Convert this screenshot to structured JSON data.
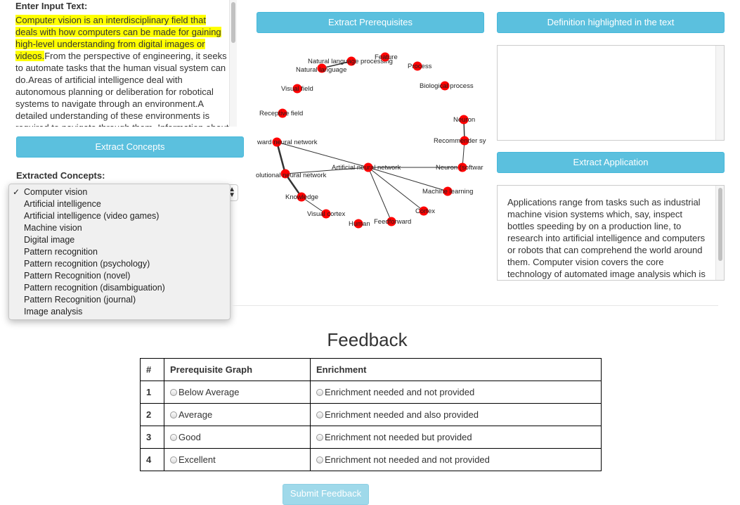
{
  "input": {
    "label": "Enter Input Text:",
    "highlighted_text": "Computer vision is an interdisciplinary field that deals with how computers can be made for gaining high-level understanding from digital images or videos.",
    "rest_text": "From the perspective of engineering, it seeks to automate tasks that the human visual system can do.Areas of artificial intelligence deal with autonomous planning or deliberation for robotical systems to navigate through an environment.A detailed understanding of these environments is required to navigate through them. Information about"
  },
  "buttons": {
    "extract_concepts": "Extract Concepts",
    "extract_prerequisites": "Extract Prerequisites",
    "definition": "Definition highlighted in the text",
    "extract_application": "Extract Application",
    "submit_feedback": "Submit Feedback"
  },
  "concepts": {
    "label": "Extracted Concepts:",
    "selected": "Computer vision",
    "options": [
      "Computer vision",
      "Artificial intelligence",
      "Artificial intelligence (video games)",
      "Machine vision",
      "Digital image",
      "Pattern recognition",
      "Pattern recognition (psychology)",
      "Pattern Recognition (novel)",
      "Pattern recognition (disambiguation)",
      "Pattern Recognition (journal)",
      "Image analysis"
    ]
  },
  "graph": {
    "nodes": [
      {
        "label": "Natural language processing"
      },
      {
        "label": "Feature"
      },
      {
        "label": "Process"
      },
      {
        "label": "Natural language"
      },
      {
        "label": "Visual field"
      },
      {
        "label": "Biological process"
      },
      {
        "label": "Receptive field"
      },
      {
        "label": "Neuron"
      },
      {
        "label": "Recommender sy"
      },
      {
        "label": "ward neural network"
      },
      {
        "label": "Artificial neural network"
      },
      {
        "label": "Neuron (softwar"
      },
      {
        "label": "olutional neural network"
      },
      {
        "label": "Machine learning"
      },
      {
        "label": "Knowledge"
      },
      {
        "label": "Cortex"
      },
      {
        "label": "Visual cortex"
      },
      {
        "label": "Feedforward"
      },
      {
        "label": "Human"
      }
    ]
  },
  "application": {
    "text": "Applications range from tasks such as industrial machine vision systems which, say, inspect bottles speeding by on a production line, to research into artificial intelligence and computers or robots that can comprehend the world around them. Computer vision covers the core technology of automated image analysis which is"
  },
  "feedback": {
    "title": "Feedback",
    "headers": [
      "#",
      "Prerequisite Graph",
      "Enrichment"
    ],
    "rows": [
      {
        "num": "1",
        "graph": "Below Average",
        "enrichment": "Enrichment needed and not provided"
      },
      {
        "num": "2",
        "graph": "Average",
        "enrichment": "Enrichment needed and also provided"
      },
      {
        "num": "3",
        "graph": "Good",
        "enrichment": "Enrichment not needed but provided"
      },
      {
        "num": "4",
        "graph": "Excellent",
        "enrichment": "Enrichment not needed and not provided"
      }
    ]
  },
  "colors": {
    "button": "#5bc0de",
    "highlight": "#ffff00",
    "node": "#ff0000"
  }
}
